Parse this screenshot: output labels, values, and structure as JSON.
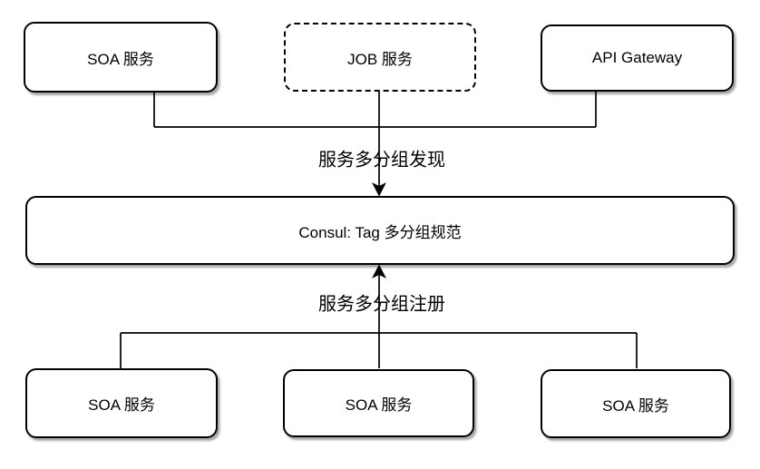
{
  "diagram": {
    "background_color": "#ffffff",
    "stroke_color": "#000000",
    "node_fill_color": "#ffffff",
    "nodes": [
      {
        "id": "soa-top",
        "label": "SOA 服务",
        "border": "solid"
      },
      {
        "id": "job",
        "label": "JOB 服务",
        "border": "dashed"
      },
      {
        "id": "api-gateway",
        "label": "API Gateway",
        "border": "solid"
      },
      {
        "id": "consul",
        "label": "Consul: Tag 多分组规范",
        "border": "solid"
      },
      {
        "id": "soa-bottom-1",
        "label": "SOA 服务",
        "border": "solid"
      },
      {
        "id": "soa-bottom-2",
        "label": "SOA 服务",
        "border": "solid"
      },
      {
        "id": "soa-bottom-3",
        "label": "SOA 服务",
        "border": "solid"
      }
    ],
    "edge_labels": {
      "discovery": "服务多分组发现",
      "registration": "服务多分组注册"
    }
  }
}
